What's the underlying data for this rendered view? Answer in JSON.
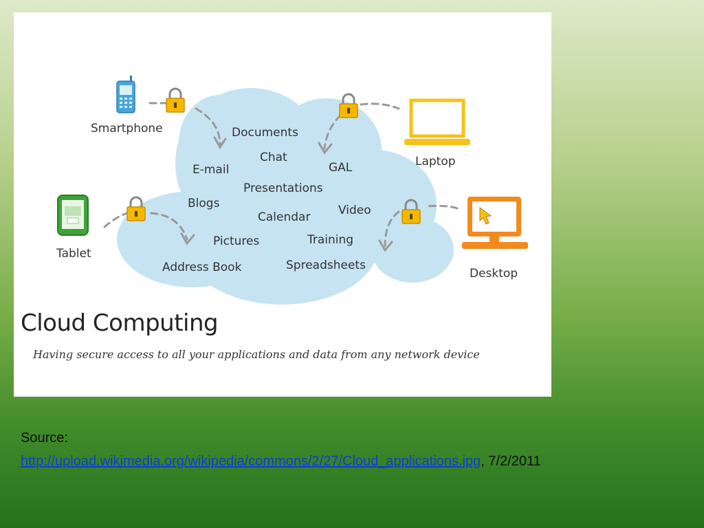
{
  "diagram": {
    "title": "Cloud Computing",
    "subtitle": "Having secure access to all your applications and data from any network device",
    "devices": {
      "smartphone": "Smartphone",
      "laptop": "Laptop",
      "tablet": "Tablet",
      "desktop": "Desktop"
    },
    "applications": {
      "documents": "Documents",
      "chat": "Chat",
      "email": "E-mail",
      "gal": "GAL",
      "presentations": "Presentations",
      "blogs": "Blogs",
      "video": "Video",
      "calendar": "Calendar",
      "pictures": "Pictures",
      "training": "Training",
      "address_book": "Address Book",
      "spreadsheets": "Spreadsheets"
    },
    "colors": {
      "cloud": "#c6e3f1",
      "lock": "#f5b800",
      "laptop": "#f5c21a",
      "desktop": "#f28b1e",
      "phone": "#4aa6d8",
      "tablet": "#3ea43a"
    }
  },
  "source": {
    "label": "Source:",
    "url": "http://upload.wikimedia.org/wikipedia/commons/2/27/Cloud_applications.jpg",
    "date_suffix": ", 7/2/2011"
  }
}
